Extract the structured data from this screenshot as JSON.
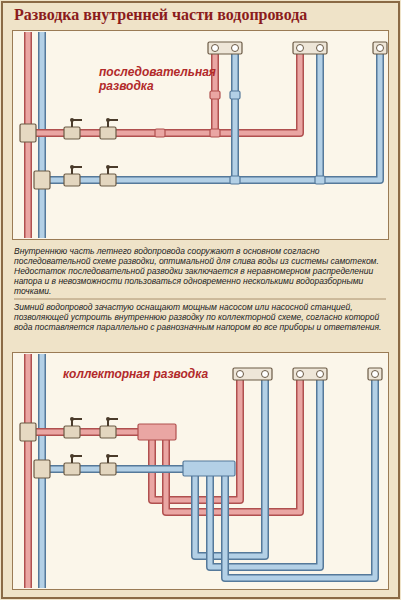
{
  "diagram": {
    "title": "Разводка внутренней части водопровода",
    "nodes": [
      {
        "text": [
          "последовательная разводка"
        ]
      },
      {
        "text": [
          "коллекторная разводка"
        ]
      }
    ],
    "labels": [
      "Внутреннюю часть летнего водопровода сооружают в основном согласно последовательной схеме разводки, оптимальной для слива воды из системы самотеком. Недостаток последовательной разводки заключается в неравномерном распределении напора и в невозможности пользоваться одновременно несколькими водоразборными точками.",
      "Зимний водопровод зачастую оснащают мощным насосом или насосной станцией, позволяющей устроить внутреннюю разводку по коллекторной схеме, согласно которой вода поставляется параллельно с равнозначным напором во все приборы и ответвления."
    ]
  }
}
